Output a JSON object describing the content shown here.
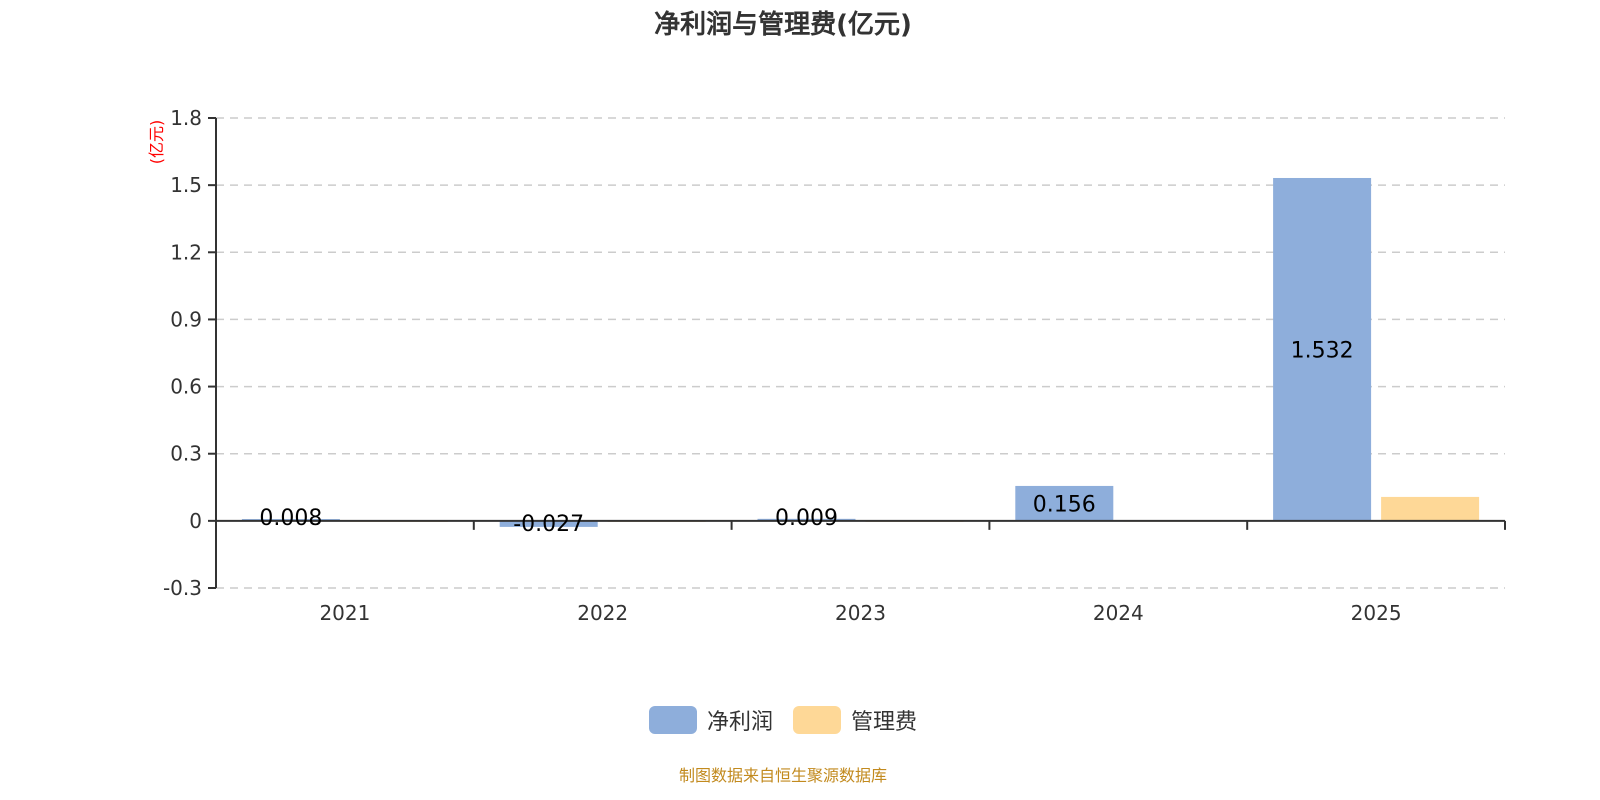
{
  "chart_data": {
    "type": "bar",
    "title": "净利润与管理费(亿元)",
    "unit_label": "(亿元)",
    "categories": [
      "2021",
      "2022",
      "2023",
      "2024",
      "2025"
    ],
    "series": [
      {
        "name": "净利润",
        "color": "#8eaedb",
        "values": [
          0.008,
          -0.027,
          0.009,
          0.156,
          1.532
        ],
        "labels": [
          "0.008",
          "-0.027",
          "0.009",
          "0.156",
          "1.532"
        ]
      },
      {
        "name": "管理费",
        "color": "#fed897",
        "values": [
          0.002,
          0.002,
          0.002,
          0.003,
          0.107
        ],
        "labels": []
      }
    ],
    "ylim": [
      -0.3,
      1.8
    ],
    "yticks": [
      "1.8",
      "1.5",
      "1.2",
      "0.9",
      "0.6",
      "0.3",
      "0",
      "-0.3"
    ],
    "ytick_values": [
      1.8,
      1.5,
      1.2,
      0.9,
      0.6,
      0.3,
      0,
      -0.3
    ],
    "grid": true,
    "legend_position": "bottom"
  },
  "source": "制图数据来自恒生聚源数据库"
}
